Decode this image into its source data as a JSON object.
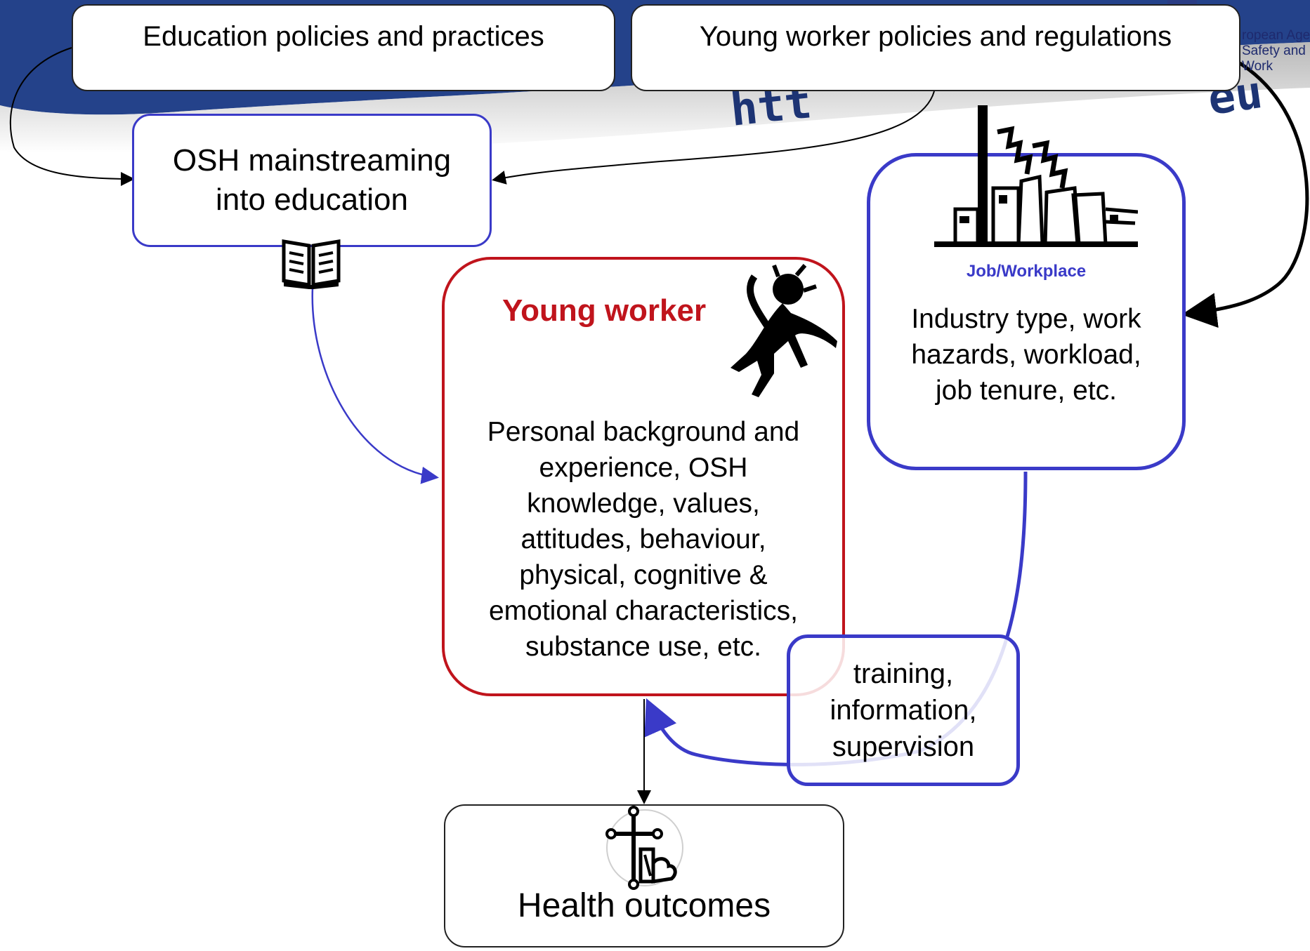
{
  "colors": {
    "banner": "#24428a",
    "blue_accent": "#3a3ac8",
    "red_accent": "#c0141c",
    "border_dark": "#222222"
  },
  "background": {
    "agency_logo_text": [
      "ropean Agency",
      "Safety and He",
      "Work"
    ],
    "url_fragment_left": "htt",
    "url_fragment_right": "eu"
  },
  "boxes": {
    "education_policies": "Education policies and practices",
    "young_worker_policies": "Young worker policies and regulations",
    "osh_mainstreaming": [
      "OSH mainstreaming",
      "into education"
    ],
    "young_worker": {
      "title": "Young worker",
      "description": [
        "Personal background and",
        "experience, OSH",
        "knowledge, values,",
        "attitudes, behaviour,",
        "physical, cognitive &",
        "emotional characteristics,",
        "substance use, etc."
      ]
    },
    "job_workplace": {
      "label": "Job/Workplace",
      "description": [
        "Industry type, work",
        "hazards, workload,",
        "job tenure, etc."
      ]
    },
    "training": [
      "training,",
      "information,",
      "supervision"
    ],
    "health_outcomes": "Health outcomes"
  },
  "icons": {
    "book": "book-icon",
    "factory": "factory-icon",
    "worker": "worker-figure-icon",
    "health": "medical-health-icon"
  }
}
